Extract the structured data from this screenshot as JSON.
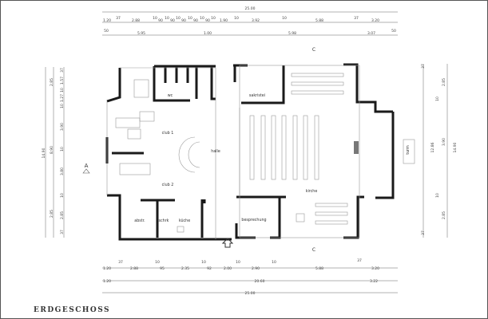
{
  "title": "ERDGESCHOSS",
  "rooms": {
    "club1": "club 1",
    "club2": "club 2",
    "halle": "halle",
    "wc": "wc",
    "sakristei": "sakristei",
    "kirche": "kirche",
    "besprechung": "besprechung",
    "abstr": "abstr.",
    "schrk": "schrk",
    "kueche": "küche",
    "turm": "turm"
  },
  "section_markers": {
    "a_left": "A",
    "c_top": "C",
    "c_bottom": "C"
  },
  "dimensions": {
    "top_overall": "25.00",
    "top_row1": [
      "1.20",
      "37",
      "2.88",
      "10",
      "90",
      "10",
      "90",
      "10",
      "90",
      "10",
      "90",
      "10",
      "90",
      "10",
      "1.90",
      "10",
      "3.92",
      "10",
      "5.88",
      "37",
      "3.20"
    ],
    "top_row2": [
      "50",
      "5.95",
      "1.00",
      "5.98",
      "3.07",
      "50"
    ],
    "bottom_row1": [
      "1.20",
      "37",
      "2.88",
      "10",
      "95",
      "2.35",
      "10",
      "92",
      "2.00",
      "10",
      "2.90",
      "10",
      "5.88",
      "37",
      "3.20"
    ],
    "bottom_row2": [
      "1.20",
      "20.60",
      "3.22"
    ],
    "bottom_overall": "25.00",
    "left_overall": "14.90",
    "left_row2": [
      "2.85",
      "8.90",
      "2.85"
    ],
    "left_row1": [
      "37",
      "1.57",
      "10",
      "1.27",
      "10",
      "3.90",
      "10",
      "3.80",
      "10",
      "2.85",
      "37"
    ],
    "right_overall": "14.90",
    "right_inner": "12.86",
    "right_row": [
      "37",
      "2.85",
      "10",
      "3.90",
      "10",
      "2.85",
      "37"
    ]
  }
}
